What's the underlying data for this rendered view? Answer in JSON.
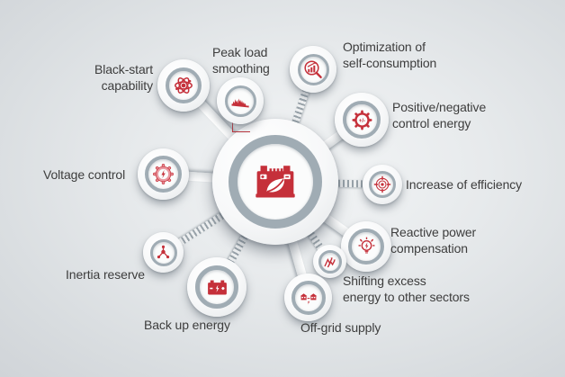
{
  "diagram": {
    "description": "Battery energy storage applications hub-and-spoke infographic",
    "colors": {
      "accent_red": "#c5303a",
      "gear_pink": "#ea98a0",
      "ring_gray_blue": "#a0acb4",
      "text": "#3d3d3d",
      "background": "#e7eaec"
    },
    "center": {
      "icon": "battery-leaf-icon"
    },
    "nodes": [
      {
        "id": "black-start",
        "label": "Black-start\ncapability",
        "icon": "atom-icon",
        "connector": "bar"
      },
      {
        "id": "peak-load",
        "label": "Peak load\nsmoothing",
        "icon": "load-curve-icon",
        "connector": "red-elbow"
      },
      {
        "id": "optimization",
        "label": "Optimization of\nself-consumption",
        "icon": "magnifier-chart-icon",
        "connector": "coil"
      },
      {
        "id": "pos-neg",
        "label": "Positive/negative\ncontrol energy",
        "icon": "gear-plus-minus-icon",
        "connector": "bar"
      },
      {
        "id": "efficiency",
        "label": "Increase of efficiency",
        "icon": "target-icon",
        "connector": "coil"
      },
      {
        "id": "reactive",
        "label": "Reactive power\ncompensation",
        "icon": "bulb-flash-icon",
        "connector": "bar"
      },
      {
        "id": "shifting",
        "label": "Shifting excess\nenergy to other sectors",
        "icon": "peaks-arrows-icon",
        "connector": "coil"
      },
      {
        "id": "off-grid",
        "label": "Off-grid supply",
        "icon": "houses-grid-icon",
        "connector": "bar"
      },
      {
        "id": "backup",
        "label": "Back up energy",
        "icon": "car-battery-icon",
        "connector": "coil"
      },
      {
        "id": "inertia",
        "label": "Inertia reserve",
        "icon": "molecule-icon",
        "connector": "coil"
      },
      {
        "id": "voltage",
        "label": "Voltage control",
        "icon": "gear-bolt-icon",
        "connector": "bar"
      }
    ]
  }
}
